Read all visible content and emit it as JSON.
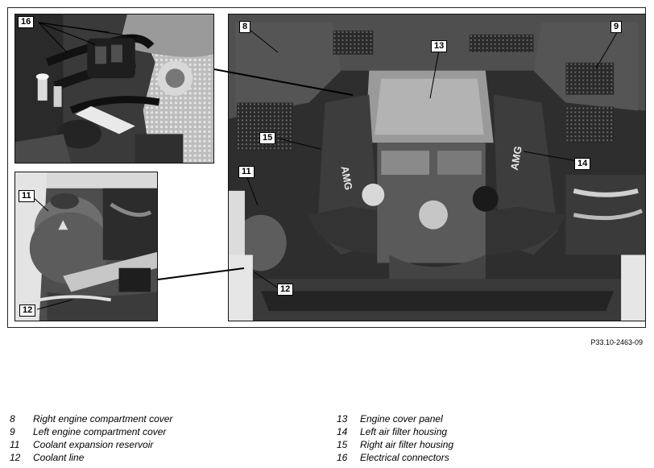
{
  "figure": {
    "reference_code": "P33.10-2463-09",
    "callouts": {
      "c8": "8",
      "c9": "9",
      "c11a": "11",
      "c11b": "11",
      "c12a": "12",
      "c12b": "12",
      "c13": "13",
      "c14": "14",
      "c15": "15",
      "c16": "16"
    },
    "engine_badge_left": "AMG",
    "engine_badge_right": "AMG"
  },
  "legend": {
    "left": [
      {
        "num": "8",
        "text": "Right engine compartment cover"
      },
      {
        "num": "9",
        "text": "Left engine compartment cover"
      },
      {
        "num": "11",
        "text": "Coolant expansion reservoir"
      },
      {
        "num": "12",
        "text": "Coolant line"
      }
    ],
    "right": [
      {
        "num": "13",
        "text": "Engine cover panel"
      },
      {
        "num": "14",
        "text": "Left air filter housing"
      },
      {
        "num": "15",
        "text": "Right air filter housing"
      },
      {
        "num": "16",
        "text": "Electrical connectors"
      }
    ]
  }
}
